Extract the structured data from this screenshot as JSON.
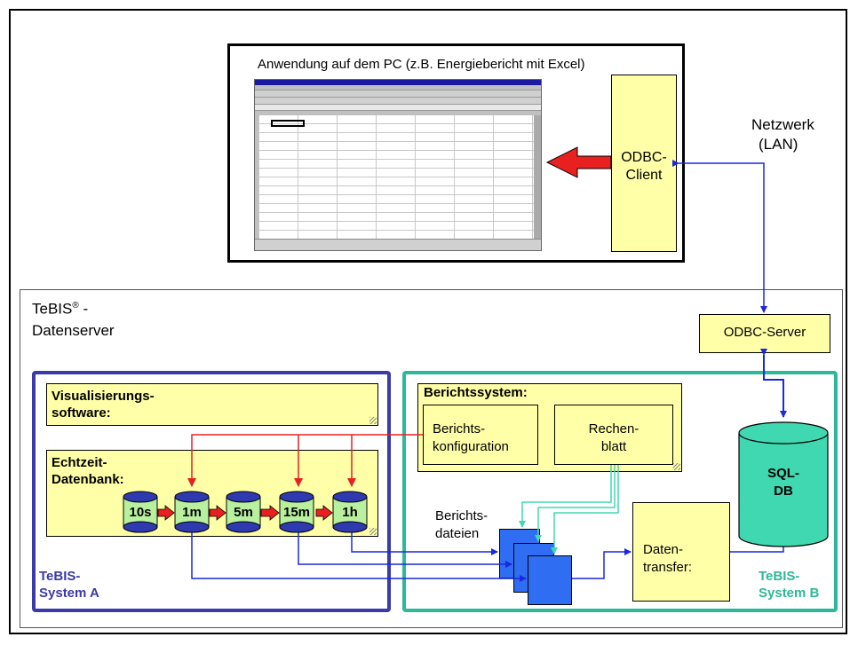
{
  "pc": {
    "title": "Anwendung auf dem PC (z.B. Energiebericht mit Excel)",
    "odbc_client": [
      "ODBC-",
      "Client"
    ]
  },
  "network": [
    "Netzwerk",
    "(LAN)"
  ],
  "server": {
    "title_main": "TeBIS",
    "title_reg": "®",
    "title_rest": " -",
    "title_line2": "Datenserver",
    "odbc_server": "ODBC-Server"
  },
  "system_a": {
    "label": [
      "TeBIS-",
      "System A"
    ],
    "visualisation": [
      "Visualisierungs-",
      "software:"
    ],
    "realtime_db": [
      "Echtzeit-",
      "Datenbank:"
    ],
    "cylinders": [
      "10s",
      "1m",
      "5m",
      "15m",
      "1h"
    ]
  },
  "system_b": {
    "label": [
      "TeBIS-",
      "System B"
    ],
    "report_system": "Berichtssystem:",
    "report_config": [
      "Berichts-",
      "konfiguration"
    ],
    "spreadsheet": [
      "Rechen-",
      "blatt"
    ],
    "report_files": [
      "Berichts-",
      "dateien"
    ],
    "data_transfer": [
      "Daten-",
      "transfer:"
    ],
    "sql_db": [
      "SQL-",
      "DB"
    ]
  },
  "colors": {
    "yellow": "#ffffa8",
    "cyan": "#40d8b0",
    "blue_arrow": "#1a28e0",
    "red_arrow": "#e82020",
    "teal": "#2db89a",
    "indigo": "#3a3aa8"
  }
}
